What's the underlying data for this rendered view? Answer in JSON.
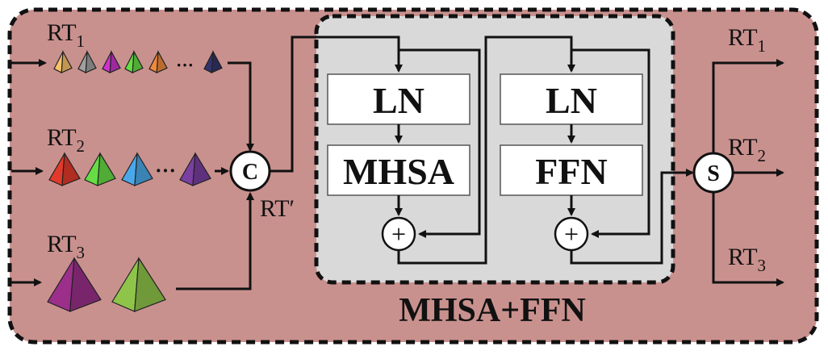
{
  "diagram": {
    "outer_title": "MHSA+FFN",
    "inputs": [
      {
        "base": "RT",
        "sub": "1"
      },
      {
        "base": "RT",
        "sub": "2"
      },
      {
        "base": "RT",
        "sub": "3"
      }
    ],
    "outputs": [
      {
        "base": "RT",
        "sub": "1"
      },
      {
        "base": "RT",
        "sub": "2"
      },
      {
        "base": "RT",
        "sub": "3"
      }
    ],
    "concat_label": "C",
    "split_label": "S",
    "concat_output_label": "RT′",
    "plus_symbol": "+",
    "ellipsis": "···",
    "block1": {
      "norm": "LN",
      "op": "MHSA"
    },
    "block2": {
      "norm": "LN",
      "op": "FFN"
    }
  },
  "colors": {
    "outer_bg": "#c9918e",
    "inner_bg": "#d9d9d9",
    "box_bg": "#ffffff",
    "line": "#111111",
    "tokens_row1": [
      "#f7c26b",
      "#a0a0a0",
      "#cc33cc",
      "#66dd44",
      "#f08a3a",
      "#33336b"
    ],
    "tokens_row2": [
      "#e23a2a",
      "#66dd44",
      "#4aa8e8",
      "#7a3fa0"
    ],
    "tokens_row3": [
      "#9b2f8a",
      "#8fc44a"
    ]
  }
}
